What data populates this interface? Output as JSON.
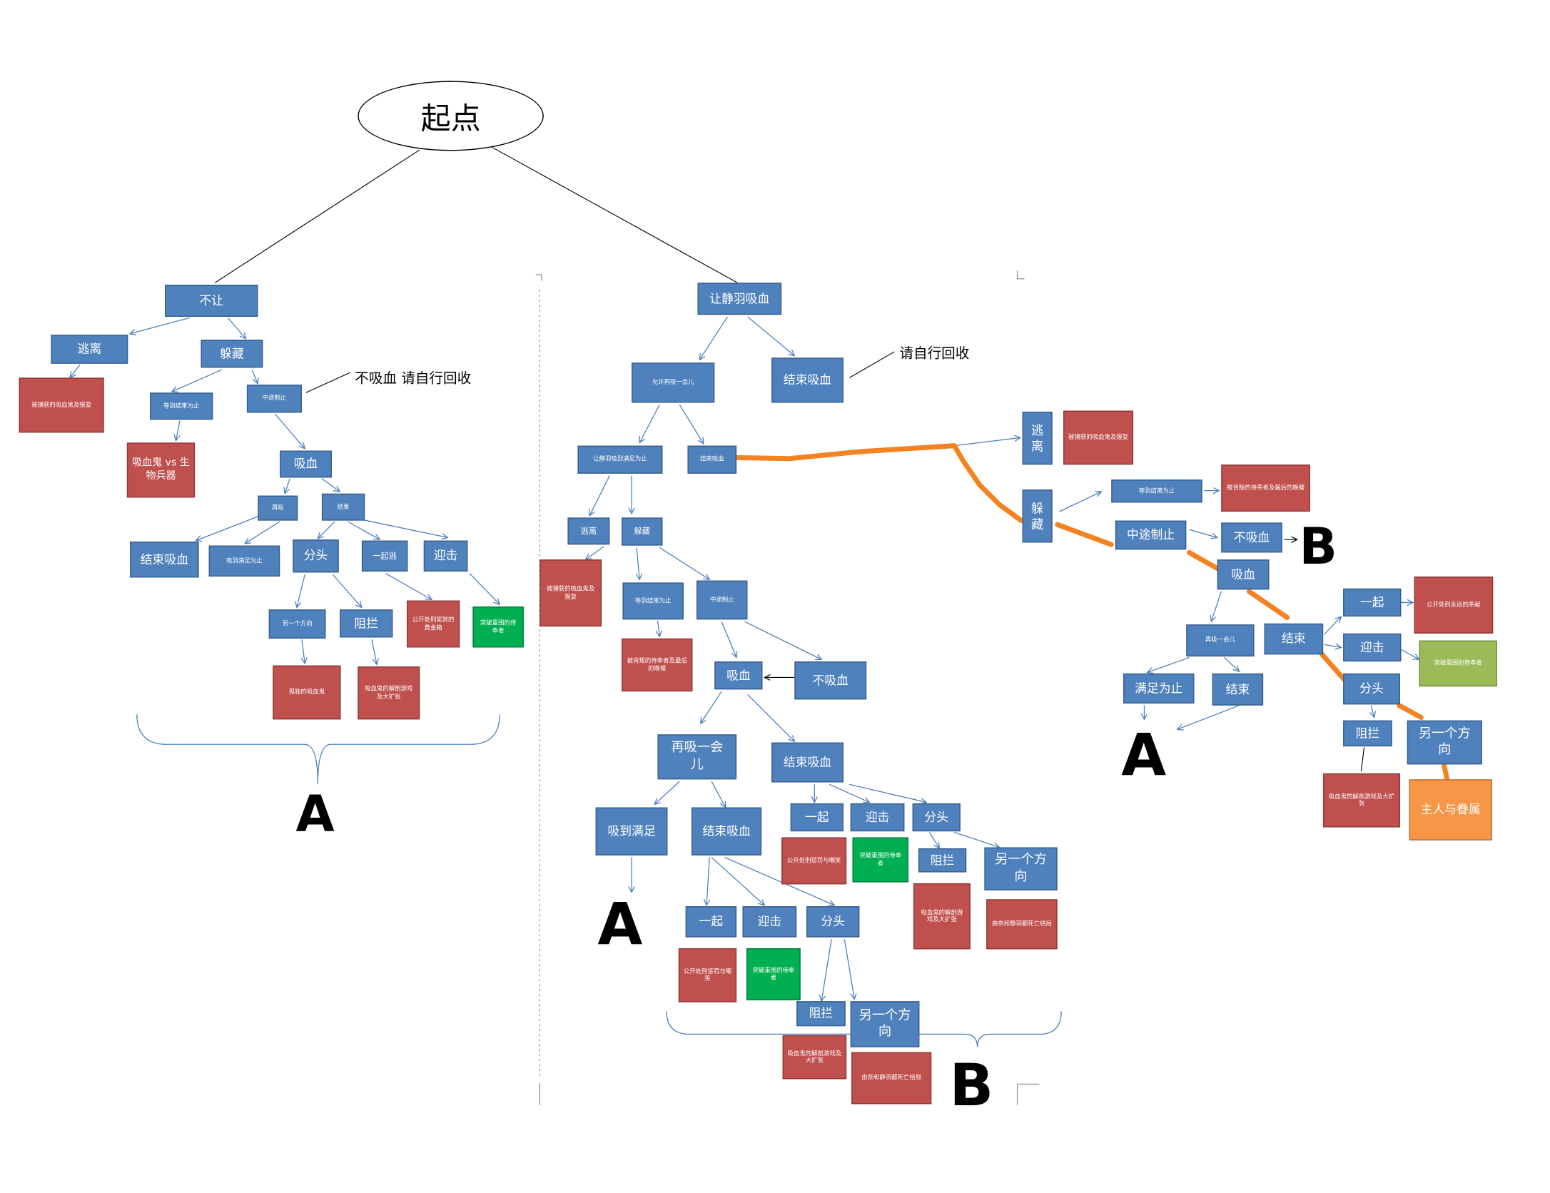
{
  "colors": {
    "node_blue": "#4f81bd",
    "node_red": "#c0504d",
    "node_green": "#00b050",
    "node_olive": "#9bbb59",
    "node_orange": "#f79646",
    "highlight_path": "#f58220"
  },
  "root": "起点",
  "notes": {
    "left": "不吸血 请自行回收",
    "middle": "请自行回收"
  },
  "markers": {
    "a": "A",
    "b": "B"
  },
  "left": {
    "no": "不让",
    "flee": "逃离",
    "hide": "躲藏",
    "flee_result": "被捕获的吸血鬼及报复",
    "wait": "等到结束为止",
    "stop": "中途制止",
    "wait_result": "吸血鬼 vs 生物兵器",
    "suck": "吸血",
    "more": "再吸",
    "end": "结束",
    "end_suck": "结束吸血",
    "until_full": "吸到满足为止",
    "split": "分头",
    "flee_together": "一起逃",
    "fight": "迎击",
    "other_way": "另一个方向",
    "block": "阻拦",
    "together_result": "公开处刑奖赏的黄金箱",
    "fight_result": "突破重围的侍奉者",
    "other_result": "孤独的吸血鬼",
    "block_result": "吸血鬼的解剖游戏及大扩张"
  },
  "middle": {
    "let_suck": "让静羽吸血",
    "allow_more": "允许再吸一会儿",
    "end_suck": "结束吸血",
    "until_full": "让静羽吸到满足为止",
    "end_suck_2": "结束吸血",
    "flee": "逃离",
    "hide": "躲藏",
    "flee_result": "被捕获的吸血鬼及报复",
    "wait": "等到结束为止",
    "stop": "中途制止",
    "wait_result": "被背叛的侍奉者及最后的晚餐",
    "suck": "吸血",
    "no_suck": "不吸血",
    "more": "再吸一会儿",
    "end_suck_3": "结束吸血",
    "full": "吸到满足",
    "end_suck_4": "结束吸血",
    "branch_a": {
      "together": "一起",
      "fight": "迎击",
      "split": "分头",
      "together_result": "公开处刑惩罚与嘲笑",
      "fight_result": "突破重围的侍奉者",
      "block": "阻拦",
      "other_way": "另一个方向",
      "block_result": "吸血鬼的解剖游戏及大扩张",
      "other_result": "由奈和静羽都死亡结局"
    },
    "branch_b": {
      "together": "一起",
      "fight": "迎击",
      "split": "分头",
      "together_result": "公开处刑惩罚与嘲笑",
      "fight_result": "突破重围的侍奉者",
      "block": "阻拦",
      "other_way": "另一个方向",
      "block_result": "吸血鬼的解剖游戏及大扩张",
      "other_result": "由奈和静羽都死亡结局"
    }
  },
  "right": {
    "flee": "逃离",
    "flee_result": "被捕获的吸血鬼及报复",
    "hide": "躲藏",
    "wait": "等到结束为止",
    "wait_result": "被背叛的侍奉者及最后的晚餐",
    "stop": "中途制止",
    "no_suck": "不吸血",
    "suck": "吸血",
    "more": "再吸一会儿",
    "end": "结束",
    "full": "满足为止",
    "end_2": "结束",
    "together": "一起",
    "fight": "迎击",
    "split": "分头",
    "together_result": "公开处刑永远的奉献",
    "fight_result": "突破重围的侍奉者",
    "block": "阻拦",
    "other_way": "另一个方向",
    "block_result": "吸血鬼的解剖游戏及大扩张",
    "final": "主人与眷属"
  }
}
